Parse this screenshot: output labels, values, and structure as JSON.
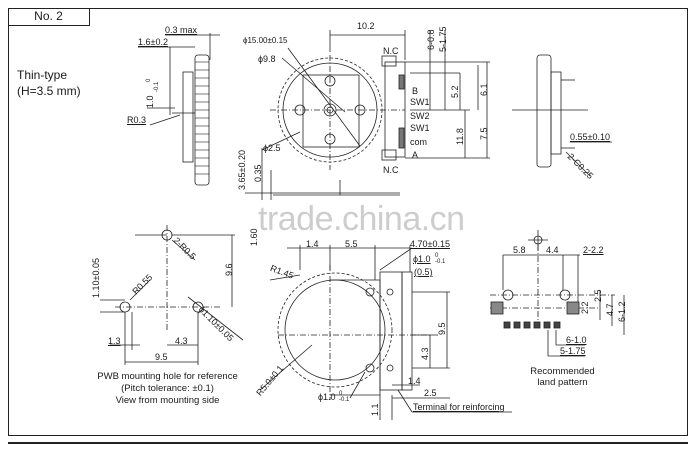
{
  "header": {
    "label": "No. 2"
  },
  "title": {
    "line1": "Thin-type",
    "line2": "(H=3.5 mm)"
  },
  "side_view_left": {
    "dims": {
      "max": "0.3 max",
      "width": "1.6±0.2",
      "pin": "1.0",
      "pin_tol_hi": "0",
      "pin_tol_lo": "-0.1",
      "radius": "R0.3"
    }
  },
  "front_view": {
    "dims": {
      "width": "10.2",
      "outer_dia": "ϕ15.00±0.15",
      "inner_dia": "ϕ9.8",
      "hole_dia": "ϕ2.5",
      "pitch_a": "6-0.8",
      "pitch_b": "5-1.75",
      "h1": "5.2",
      "h2": "6.1",
      "h3": "11.8",
      "h4": "7.5",
      "thick": "3.65±0.20",
      "gap": "0.35"
    },
    "terminals": [
      "N.C",
      "B",
      "SW1",
      "SW2",
      "SW1",
      "com",
      "A",
      "N.C"
    ]
  },
  "side_view_right": {
    "dims": {
      "pin": "0.55±0.10",
      "chamfer": "2-C0.25"
    }
  },
  "pwb_view": {
    "dims": {
      "r_small": "2-R0.5",
      "height": "9.6",
      "tol": "1.10±0.05",
      "r_hole": "R0.55",
      "hole": "ϕ1.10±0.05",
      "d1": "1.3",
      "d2": "4.3",
      "d3": "9.5"
    },
    "caption": [
      "PWB mounting hole for reference",
      "(Pitch tolerance: ±0.1)",
      "View from mounting side"
    ]
  },
  "bottom_view": {
    "dims": {
      "side": "1.60",
      "a": "1.4",
      "b": "5.5",
      "c": "4.70±0.15",
      "hole_top": "ϕ1.0",
      "hole_tol_hi": "0",
      "hole_tol_lo": "-0.1",
      "paren": "(0.5)",
      "radius": "R1.45",
      "height": "9.5",
      "mid": "4.3",
      "r_outer": "R5.0±0.1",
      "hole_bottom": "ϕ1.0",
      "e": "1.4",
      "f": "2.5",
      "g": "1.1"
    },
    "note": "Terminal for reinforcing"
  },
  "land_pattern": {
    "dims": {
      "a": "5.8",
      "b": "4.4",
      "c": "2-2.2",
      "d": "2.2",
      "e": "2.5",
      "f": "4.7",
      "g": "6-1.2",
      "h": "6-1.0",
      "i": "5-1.75"
    },
    "caption": [
      "Recommended",
      "land pattern"
    ]
  },
  "watermark": "trade.china.cn"
}
